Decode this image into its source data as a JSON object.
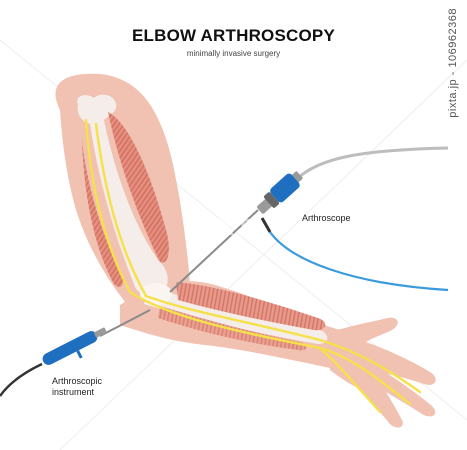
{
  "title": "ELBOW ARTHROSCOPY",
  "subtitle": "minimally invasive surgery",
  "watermark": "PIXTA",
  "side_id": "pixta.jp - 106962368",
  "labels": {
    "arthroscope": "Arthroscope",
    "instrument_line1": "Arthroscopic",
    "instrument_line2": "instrument"
  },
  "colors": {
    "skin": "#f1c2b2",
    "skin_dark": "#eab3a2",
    "bone": "#f4ede9",
    "muscle": "#e08a7a",
    "nerve": "#f5e149",
    "scope_blue": "#1f6fc0",
    "cable_gray": "#bdbdbd",
    "cable_blue": "#3a9bdc",
    "cable_dark": "#333333"
  }
}
